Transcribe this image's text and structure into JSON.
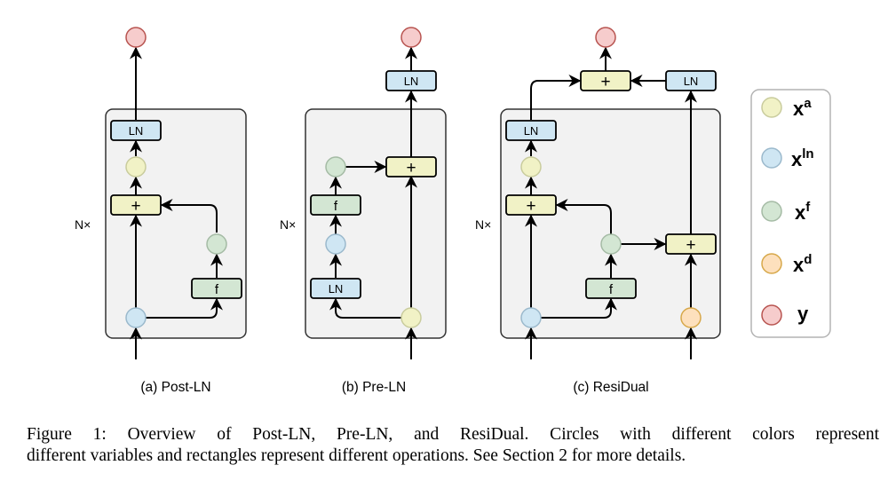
{
  "figure": {
    "repeat_label": "N×",
    "colors": {
      "block_fill": "#f2f2f2",
      "block_stroke": "#333333",
      "xa_fill": "#f1f2c6",
      "xa_stroke": "#c9cc9d",
      "xln_fill": "#cfe6f3",
      "xln_stroke": "#9bb9cc",
      "xf_fill": "#d3e6d3",
      "xf_stroke": "#a5bba5",
      "xd_fill": "#fde0bd",
      "xd_stroke": "#d7a84a",
      "y_fill": "#f6cccc",
      "y_stroke": "#b85450",
      "ln_fill": "#cfe6f3",
      "add_fill": "#f1f2c6",
      "f_fill": "#d3e6d3"
    },
    "ops": {
      "ln": "LN",
      "add": "+",
      "f": "f"
    },
    "panels": [
      {
        "id": "post-ln",
        "label": "(a) Post-LN"
      },
      {
        "id": "pre-ln",
        "label": "(b) Pre-LN"
      },
      {
        "id": "residual",
        "label": "(c) ResiDual"
      }
    ],
    "legend": [
      {
        "key": "xa",
        "base": "x",
        "sup": "a"
      },
      {
        "key": "xln",
        "base": "x",
        "sup": "ln"
      },
      {
        "key": "xf",
        "base": "x",
        "sup": "f"
      },
      {
        "key": "xd",
        "base": "x",
        "sup": "d"
      },
      {
        "key": "y",
        "base": "y",
        "sup": ""
      }
    ]
  },
  "caption": {
    "line1": "Figure 1:  Overview of Post-LN, Pre-LN, and ResiDual.  Circles with different colors represent",
    "line2": "different variables and rectangles represent different operations. See Section 2 for more details."
  }
}
